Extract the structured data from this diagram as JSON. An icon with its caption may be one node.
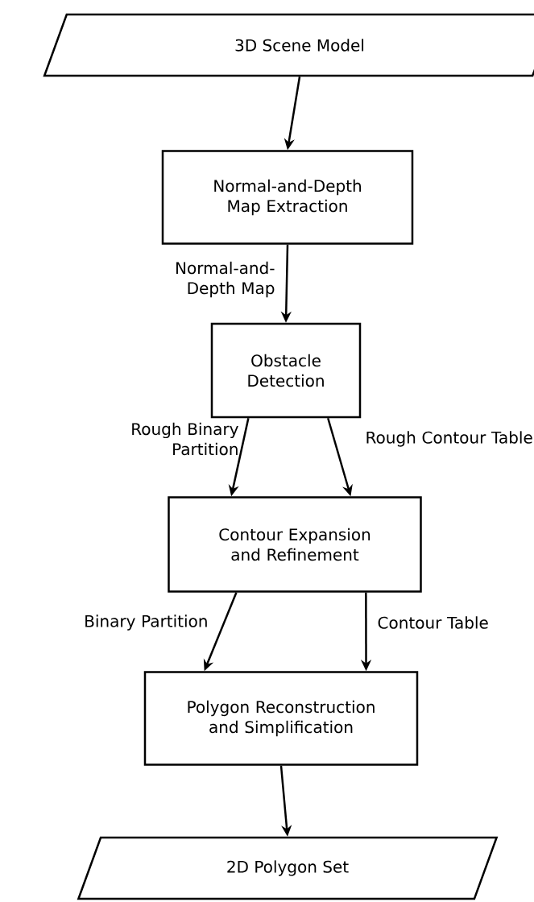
{
  "diagram": {
    "nodes": [
      {
        "text": [
          "3D Scene Model"
        ]
      },
      {
        "text": [
          "Normal-and-Depth Map Extraction"
        ]
      },
      {
        "text": [
          "Obstacle Detection"
        ]
      },
      {
        "text": [
          "Contour Expansion and Refinement"
        ]
      },
      {
        "text": [
          "Polygon Reconstruction and Simplification"
        ]
      },
      {
        "text": [
          "2D Polygon Set"
        ]
      }
    ],
    "edges": [
      {
        "from": 0,
        "to": 1,
        "arrow": "to"
      },
      {
        "from": 1,
        "to": 2,
        "arrow": "to",
        "label": "Normal-and-Depth Map"
      },
      {
        "from": 2,
        "to": 3,
        "arrow": "to",
        "label": "Rough Binary Partition"
      },
      {
        "from": 2,
        "to": 3,
        "arrow": "to",
        "label": "Rough Contour Table"
      },
      {
        "from": 3,
        "to": 4,
        "arrow": "to",
        "label": "Binary Partition"
      },
      {
        "from": 3,
        "to": 4,
        "arrow": "to",
        "label": "Contour Table"
      },
      {
        "from": 4,
        "to": 5,
        "arrow": "to"
      }
    ]
  }
}
